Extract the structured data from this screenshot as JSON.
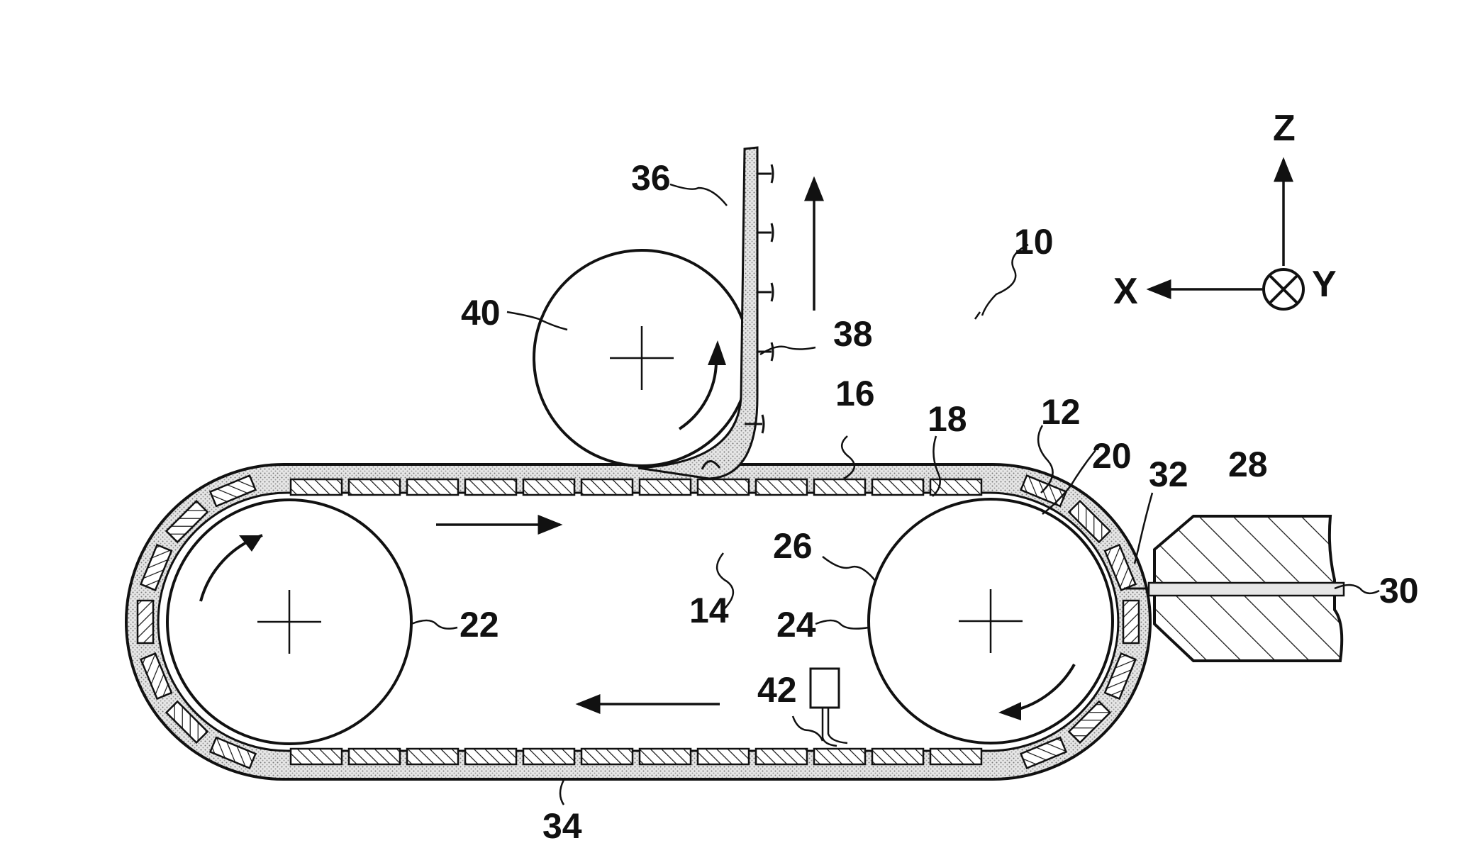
{
  "reference_numerals": {
    "n10": "10",
    "n12": "12",
    "n14": "14",
    "n16": "16",
    "n18": "18",
    "n20": "20",
    "n22": "22",
    "n24": "24",
    "n26": "26",
    "n28": "28",
    "n30": "30",
    "n32": "32",
    "n34": "34",
    "n36": "36",
    "n38": "38",
    "n40": "40",
    "n42": "42"
  },
  "axes": {
    "x": "X",
    "y": "Y",
    "z": "Z"
  }
}
